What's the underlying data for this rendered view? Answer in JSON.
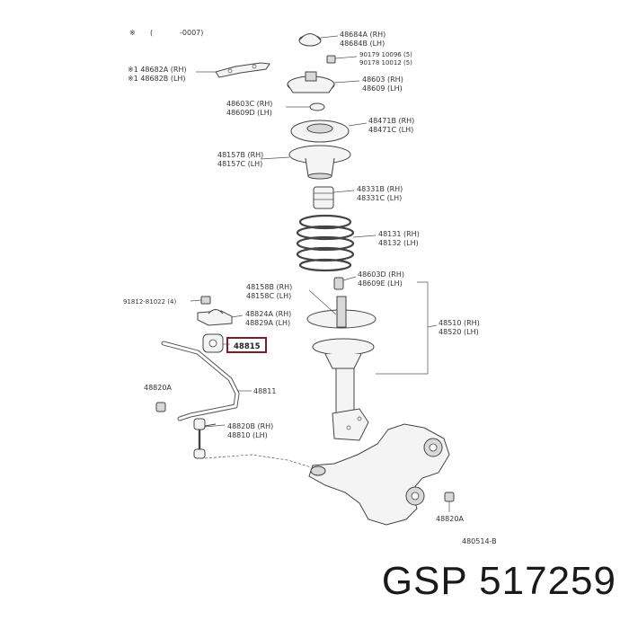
{
  "header": {
    "marker": "※",
    "paren_open": "(",
    "code": "-0007)"
  },
  "labels": {
    "p48684": [
      "48684A (RH)",
      "48684B (LH)"
    ],
    "p90179": [
      "90179 10096 (5)",
      "90178 10012 (5)"
    ],
    "p48682": [
      "※1 48682A (RH)",
      "※1 48682B (LH)"
    ],
    "p48603": [
      "48603 (RH)",
      "48609 (LH)"
    ],
    "p48603c": [
      "48603C (RH)",
      "48609D (LH)"
    ],
    "p48471": [
      "48471B (RH)",
      "48471C (LH)"
    ],
    "p48157": [
      "48157B (RH)",
      "48157C (LH)"
    ],
    "p48331": [
      "48331B (RH)",
      "48331C (LH)"
    ],
    "p48131": [
      "48131 (RH)",
      "48132 (LH)"
    ],
    "p48603d": [
      "48603D (RH)",
      "48609E (LH)"
    ],
    "p48158": [
      "48158B (RH)",
      "48158C (LH)"
    ],
    "p48510": [
      "48510 (RH)",
      "48520 (LH)"
    ],
    "p91812": "91812-81022 (4)",
    "p48824": [
      "48824A (RH)",
      "48829A (LH)"
    ],
    "p48815": "48815",
    "p48820a_left": "48820A",
    "p48811": "48811",
    "p48820b": [
      "48820B (RH)",
      "48810 (LH)"
    ],
    "p48820a_right": "48820A",
    "diagram_code": "480514-B"
  },
  "highlight_color": "#7a1f2a",
  "brand": "GSP 517259"
}
